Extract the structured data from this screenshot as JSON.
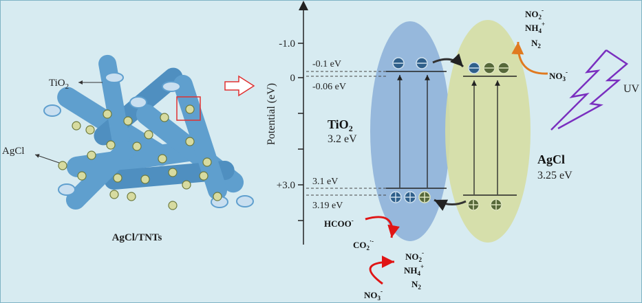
{
  "left_panel": {
    "tio2_label": "TiO",
    "tio2_sub": "2",
    "agcl_label": "AgCl",
    "caption": "AgCl/TNTs"
  },
  "axis": {
    "title": "Potential (eV)",
    "ticks": [
      "-1.0",
      "0",
      "+3.0"
    ]
  },
  "levels": {
    "tio2_cb": "-0.1 eV",
    "agcl_cb": "-0.06 eV",
    "tio2_vb": "3.1 eV",
    "agcl_vb": "3.19 eV"
  },
  "tio2": {
    "name": "TiO",
    "sub": "2",
    "gap": "3.2 eV"
  },
  "agcl": {
    "name": "AgCl",
    "gap": "3.25 eV"
  },
  "uv_label": "UV",
  "species": {
    "top_no2": "NO",
    "top_no2_sub": "2",
    "top_no2_sup": "-",
    "top_nh4": "NH",
    "top_nh4_sub": "4",
    "top_nh4_sup": "+",
    "top_n2": "N",
    "top_n2_sub": "2",
    "top_no3": "NO",
    "top_no3_sub": "3",
    "top_no3_sup": "-",
    "hcoo": "HCOO",
    "hcoo_sup": "-",
    "co2": "CO",
    "co2_sub": "2",
    "co2_sup": "·-",
    "bot_no2": "NO",
    "bot_no2_sub": "2",
    "bot_no2_sup": "-",
    "bot_nh4": "NH",
    "bot_nh4_sub": "4",
    "bot_nh4_sup": "+",
    "bot_n2": "N",
    "bot_n2_sub": "2",
    "bot_no3": "NO",
    "bot_no3_sub": "3",
    "bot_no3_sup": "-"
  },
  "colors": {
    "tube": "#5f9fce",
    "tube_end": "#c9dff0",
    "particle": "#d7dba0",
    "tio2_ellipse": "#8fb3d9",
    "agcl_ellipse": "#d6dea3",
    "electron": "#2f5f8a",
    "hole": "#56683a",
    "red_arrow": "#e01515",
    "orange_arrow": "#e07a20",
    "uv": "#7a2fbf"
  }
}
